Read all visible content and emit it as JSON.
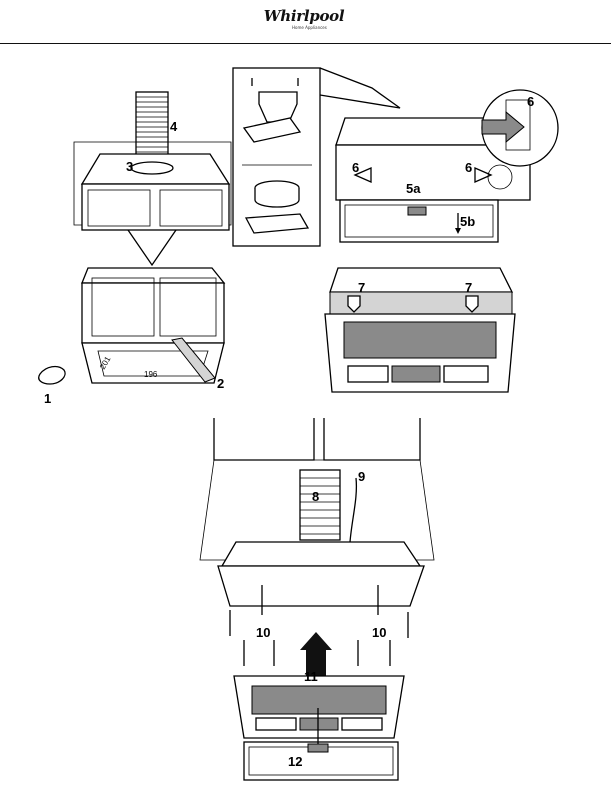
{
  "header": {
    "brand": "Whirlpool",
    "brand_tagline": "Home Appliances"
  },
  "callouts": {
    "c1": "1",
    "c2": "2",
    "c3": "3",
    "c4": "4",
    "c5a": "5a",
    "c5b": "5b",
    "c6_left": "6",
    "c6_right": "6",
    "c6_zoom": "6",
    "c7_left": "7",
    "c7_right": "7",
    "c8": "8",
    "c9": "9",
    "c10_left": "10",
    "c10_right": "10",
    "c11": "11",
    "c12": "12"
  },
  "dimensions": {
    "width_mark": "196",
    "depth_mark": "201"
  }
}
